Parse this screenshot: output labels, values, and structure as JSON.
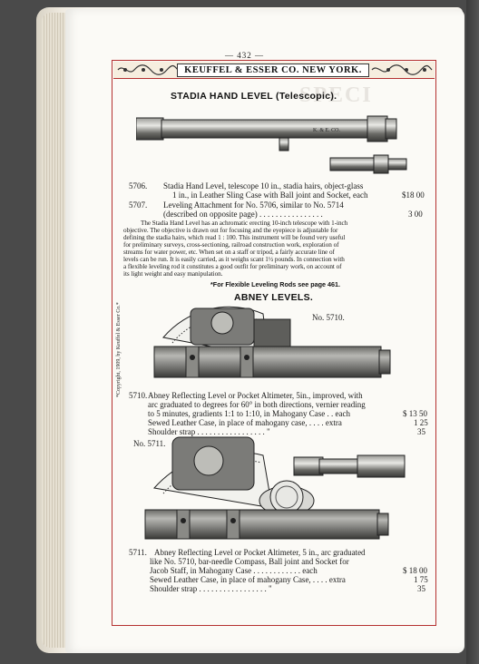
{
  "page_number": "— 432 —",
  "header": {
    "title": "KEUFFEL & ESSER CO. NEW YORK."
  },
  "bleed_text": "SPECI",
  "stadia": {
    "title": "STADIA HAND LEVEL (Telescopic).",
    "instrument_marking": "K. & E. CO.",
    "items": [
      {
        "no": "5706.",
        "line1": "Stadia Hand Level, telescope 10 in., stadia hairs, object-glass",
        "line2": "1 in., in Leather Sling Case with Ball joint and Socket, each",
        "price": "$18 00"
      },
      {
        "no": "5707.",
        "line1": "Leveling Attachment for No. 5706, similar to No. 5714",
        "line2": "(described on opposite page)  .  .  .  .  .  .  .  .  .  .  .  .  .  .  .  .",
        "price": "3 00"
      }
    ],
    "description": [
      "The Stadia Hand Level has an achromatic erecting 10-inch telescope with 1-inch",
      "objective. The objective is drawn out for focusing and the eyepiece is adjustable for",
      "defining the stadia hairs, which read 1 : 100. This instrument will be found very useful",
      "for preliminary surveys, cross-sectioning, railroad construction work, exploration of",
      "streams for water power, etc. When set on a staff or tripod, a fairly accurate line of",
      "levels can be run. It is easily carried, as it weighs scant 1½ pounds. In connection with",
      "a flexible leveling rod it constitutes a good outfit for preliminary work, on account of",
      "its light weight and easy manipulation."
    ],
    "note": "*For Flexible Leveling Rods see page 461."
  },
  "abney": {
    "title": "ABNEY LEVELS.",
    "copyright": "*Copyright, 1909, by Keuffel & Esser Co.*",
    "fig1_label": "No. 5710.",
    "fig2_label": "No. 5711.",
    "item1": {
      "no": "5710.",
      "lines": [
        "Abney Reflecting Level or Pocket Altimeter, 5in., improved, with",
        "arc graduated to degrees for 60° in both directions, vernier reading",
        "to 5 minutes, gradients 1:1 to 1:10, in Mahogany Case  .  .  each"
      ],
      "extras": [
        {
          "label": "Sewed Leather Case, in place of mahogany case,  .  .  .  .  extra",
          "price": "1 25"
        },
        {
          "label": "Shoulder strap  .  .  .  .  .  .  .  .  .  .  .  .  .  .  .  .  .  \"",
          "price": "35"
        }
      ],
      "price": "$ 13 50"
    },
    "item2": {
      "no": "5711.",
      "lines": [
        "Abney Reflecting Level or Pocket Altimeter, 5 in., arc graduated",
        "like No. 5710, bar-needle Compass, Ball joint and Socket for",
        "Jacob Staff, in Mahogany Case  .  .  .  .  .  .  .  .  .  .  .  .  each"
      ],
      "extras": [
        {
          "label": "Sewed Leather Case, in place of mahogany Case,  .  .  .  .  extra",
          "price": "1 75"
        },
        {
          "label": "Shoulder strap  .  .  .  .  .  .  .  .  .  .  .  .  .  .  .  .  .  \"",
          "price": "35"
        }
      ],
      "price": "$ 18 00"
    }
  }
}
